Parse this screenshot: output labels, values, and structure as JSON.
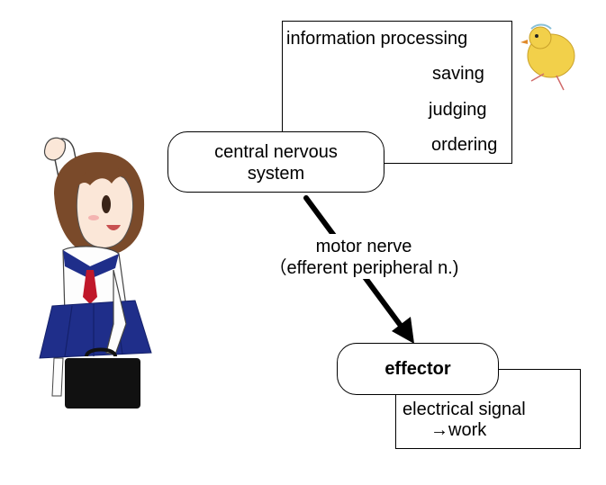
{
  "cns_box": {
    "label_line1": "central nervous",
    "label_line2": "system"
  },
  "processing_box": {
    "title": "information processing",
    "item_1": "saving",
    "item_2": "judging",
    "item_3": "ordering"
  },
  "nerve_label": {
    "line1": "motor nerve",
    "line2": "（efferent peripheral n.)"
  },
  "effector_box": {
    "label": "effector"
  },
  "signal_box": {
    "line1": "electrical signal",
    "line2": "→work"
  },
  "colors": {
    "skirt": "#1f2e8a",
    "hair": "#7a4a2a",
    "bag": "#111111",
    "tie": "#c0182a",
    "chick": "#f2d04a"
  }
}
